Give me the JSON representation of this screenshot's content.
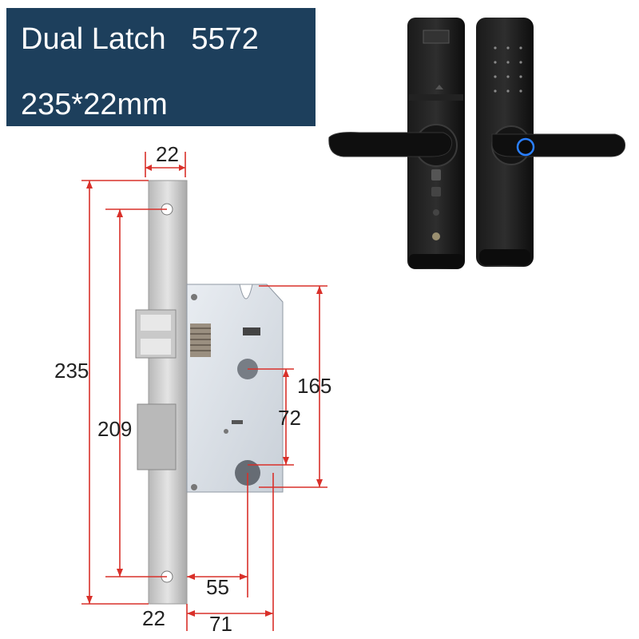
{
  "header": {
    "product": "Dual Latch",
    "model": "5572",
    "size": "235*22mm"
  },
  "dimensions": {
    "faceplate_width_top": "22",
    "faceplate_height": "235",
    "screw_spacing": "209",
    "case_height": "165",
    "handle_to_cylinder": "72",
    "backset": "55",
    "faceplate_width_bottom": "22",
    "case_depth": "71"
  },
  "colors": {
    "header_bg": "#1d3f5c",
    "dimension_line": "#d9302a",
    "lock_body": "#111111",
    "fingerprint_ring": "#2a7fff"
  }
}
